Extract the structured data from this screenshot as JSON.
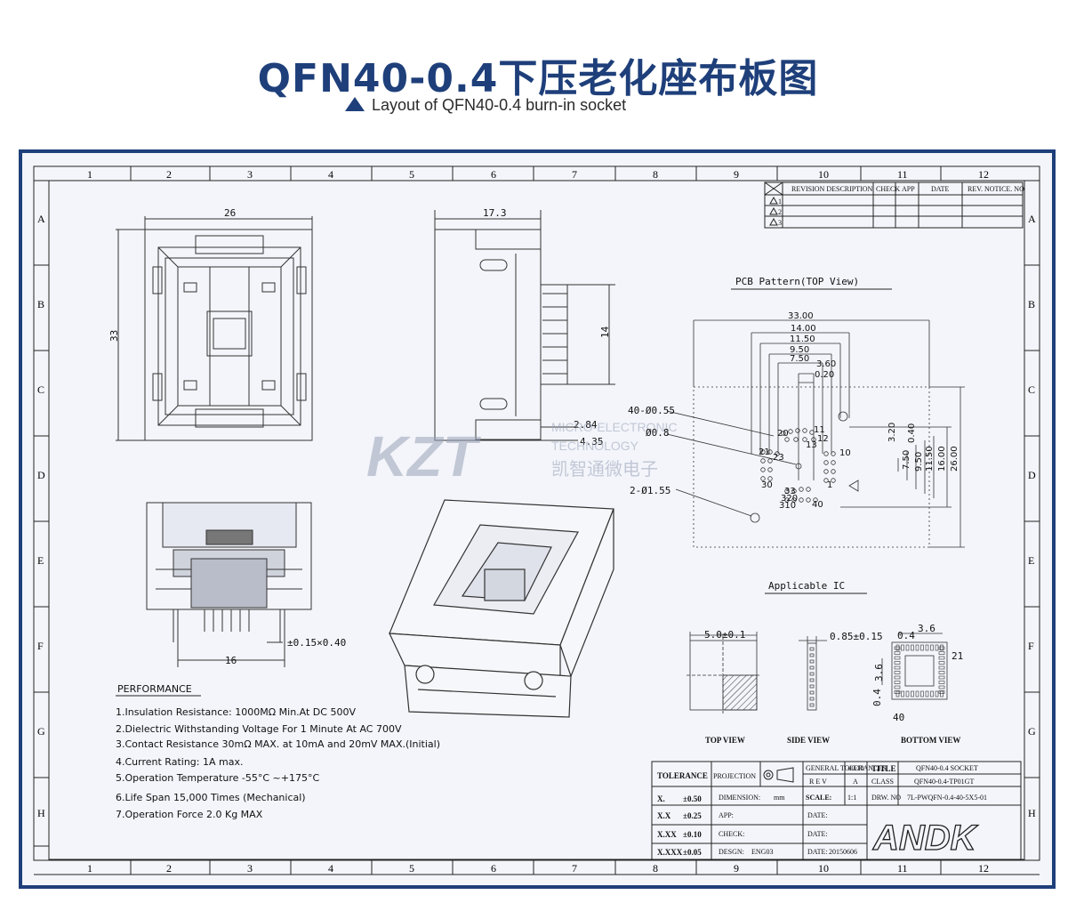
{
  "header": {
    "title": "QFN40-0.4下压老化座布板图",
    "subtitle": "Layout of QFN40-0.4 burn-in socket"
  },
  "grid": {
    "columns": [
      "1",
      "2",
      "3",
      "4",
      "5",
      "6",
      "7",
      "8",
      "9",
      "10",
      "11",
      "12"
    ],
    "rows": [
      "A",
      "B",
      "C",
      "D",
      "E",
      "F",
      "G",
      "H"
    ]
  },
  "revision_table": {
    "headers": [
      "REVISION DESCRIPTION",
      "CHECK",
      "APP",
      "DATE",
      "REV. NOTICE. NO"
    ],
    "rows": [
      "1",
      "2",
      "3"
    ]
  },
  "top_view": {
    "width_dim": "26",
    "height_dim": "33"
  },
  "side_view": {
    "top_dim": "17.3",
    "pin_dim": "14",
    "dim_a": "2.84",
    "dim_b": "4.35"
  },
  "front_view": {
    "width_dim": "16",
    "pin_note": "±0.15×0.40"
  },
  "watermark": {
    "logo": "KZT",
    "line1": "MICRO-ELECTRONIC",
    "line2": "TECHNOLOGY",
    "line3": "凯智通微电子"
  },
  "pcb": {
    "title": "PCB Pattern(TOP View)",
    "top_dims": [
      "33.00",
      "14.00",
      "11.50",
      "9.50",
      "7.50",
      "3.60",
      "0.20"
    ],
    "right_dims": [
      "3.20",
      "0.40",
      "7.50",
      "9.50",
      "11.50",
      "16.00",
      "26.00"
    ],
    "callouts": [
      "40-Ø0.55",
      "Ø0.8",
      "2-Ø1.55"
    ],
    "pin_labels": [
      "20",
      "11",
      "12",
      "13",
      "10",
      "21",
      "23",
      "1",
      "30",
      "33",
      "320",
      "310",
      "40"
    ]
  },
  "applicable_ic": {
    "title": "Applicable IC",
    "top_dim": "5.0±0.1",
    "side_dim": "0.85±0.15",
    "bottom_dims": [
      "0.4",
      "3.6",
      "3.6",
      "0.4"
    ],
    "pin_labels": [
      "21",
      "40"
    ],
    "captions": [
      "TOP VIEW",
      "SIDE VIEW",
      "BOTTOM VIEW"
    ]
  },
  "performance": {
    "title": "PERFORMANCE",
    "items": [
      "1.Insulation Resistance: 1000MΩ Min.At DC 500V",
      "2.Dielectric Withstanding Voltage For 1 Minute At AC 700V",
      "3.Contact Resistance 30mΩ MAX. at 10mA and 20mV MAX.(Initial)",
      "4.Current Rating: 1A max.",
      "5.Operation Temperature -55°C ~+175°C",
      "6.Life Span 15,000 Times (Mechanical)",
      "7.Operation Force 2.0 Kg MAX"
    ]
  },
  "title_block": {
    "tolerance": "TOLERANCE",
    "projection": "PROJECTION",
    "general_tol": "GENERAL TOLERANCES",
    "tol_value": "±0.10",
    "rev_label": "R E V",
    "rev_value": "A",
    "title_label": "TITLE",
    "title_value": "QFN40-0.4 SOCKET",
    "class_label": "CLASS",
    "class_value": "QFN40-0.4-TP01GT",
    "scale_label": "SCALE:",
    "scale_value": "1:1",
    "drw_label": "DRW. NO",
    "drw_value": "7L-PWQFN-0.4-40-5X5-01",
    "tol_rows": [
      {
        "k": "X.",
        "v": "±0.50"
      },
      {
        "k": "X.X",
        "v": "±0.25"
      },
      {
        "k": "X.XX",
        "v": "±0.10"
      },
      {
        "k": "X.XXX",
        "v": "±0.05"
      }
    ],
    "dimension_label": "DIMENSION:",
    "dimension_unit": "mm",
    "app_label": "APP:",
    "check_label": "CHECK:",
    "desgn_label": "DESGN:",
    "desgn_value": "ENG03",
    "date_label": "DATE:",
    "date_value": "20150606",
    "logo": "ANDK"
  }
}
